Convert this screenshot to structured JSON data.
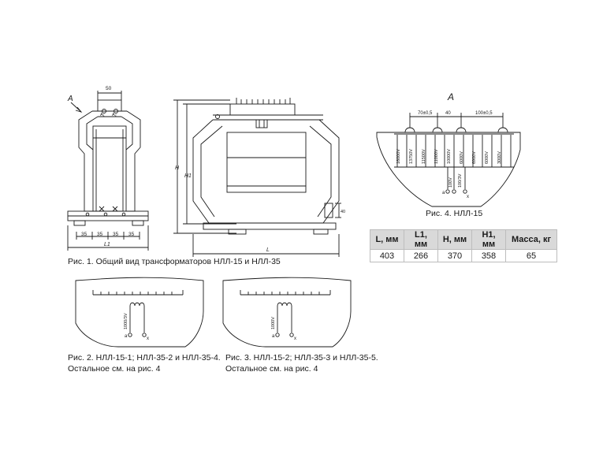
{
  "captions": {
    "fig1": "Рис. 1. Общий вид трансформаторов НЛЛ-15 и НЛЛ-35",
    "fig2_line1": "Рис. 2. НЛЛ-15-1; НЛЛ-35-2 и НЛЛ-35-4.",
    "fig2_line2": "Остальное см. на рис. 4",
    "fig3_line1": "Рис. 3. НЛЛ-15-2; НЛЛ-35-3 и НЛЛ-35-5.",
    "fig3_line2": "Остальное см. на рис. 4",
    "fig4": "Рис. 4. НЛЛ-15"
  },
  "fig1_labels": {
    "view_arrow": "А",
    "top_dim": "50",
    "terminal_a1": "A₁",
    "terminal_a2": "A₂",
    "dim_35_1": "35",
    "dim_35_2": "35",
    "dim_35_3": "35",
    "dim_35_4": "35",
    "dim_l1": "L1",
    "dim_h": "H",
    "dim_h1": "H1",
    "dim_l": "L",
    "side_dim": "40"
  },
  "fig4_labels": {
    "view_letter": "А",
    "dim_70": "70±0,5",
    "dim_40": "40",
    "dim_100": "100±0,5",
    "voltages": [
      "16000V",
      "13750V",
      "11500V",
      "11000V",
      "10000V",
      "6000V",
      "6900V",
      "6000V",
      "3000V"
    ],
    "secondary": "100V",
    "secondary2": "100/3V",
    "term_a": "a",
    "term_x": "x"
  },
  "fig2_labels": {
    "secondary": "1000/3V",
    "term_a": "a",
    "term_x": "x"
  },
  "fig3_labels": {
    "secondary": "1000V",
    "term_a": "a",
    "term_x": "x"
  },
  "table": {
    "headers": [
      "L, мм",
      "L1, мм",
      "H, мм",
      "H1, мм",
      "Масса, кг"
    ],
    "rows": [
      [
        "403",
        "266",
        "370",
        "358",
        "65"
      ]
    ]
  }
}
